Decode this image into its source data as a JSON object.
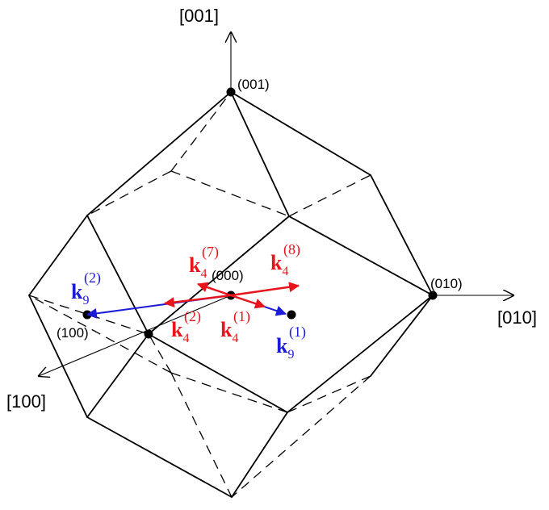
{
  "axes": {
    "x_label": "[100]",
    "y_label": "[010]",
    "z_label": "[001]"
  },
  "points": {
    "origin": "(000)",
    "p100": "(100)",
    "p010": "(010)",
    "p001": "(001)"
  },
  "vectors": {
    "k4_1": {
      "symbol": "k",
      "sub": "4",
      "sup": "(1)"
    },
    "k4_2": {
      "symbol": "k",
      "sub": "4",
      "sup": "(2)"
    },
    "k4_7": {
      "symbol": "k",
      "sub": "4",
      "sup": "(7)"
    },
    "k4_8": {
      "symbol": "k",
      "sub": "4",
      "sup": "(8)"
    },
    "k9_1": {
      "symbol": "k",
      "sub": "9",
      "sup": "(1)"
    },
    "k9_2": {
      "symbol": "k",
      "sub": "9",
      "sup": "(2)"
    }
  },
  "colors": {
    "k4": "#e8141c",
    "k9": "#1c1cd8",
    "edges": "#000000"
  }
}
